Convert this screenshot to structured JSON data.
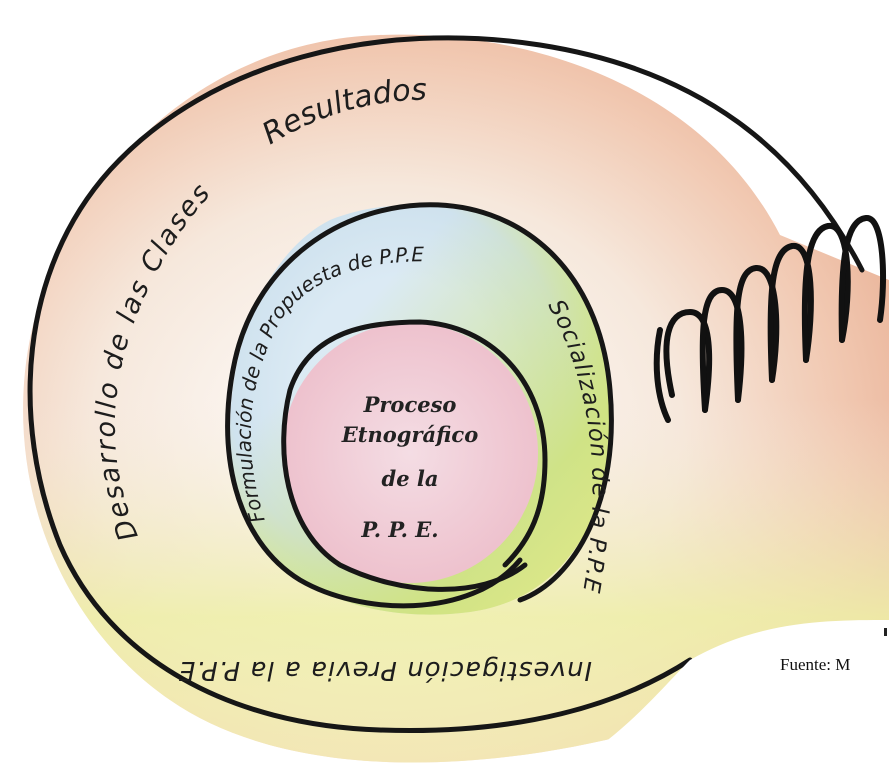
{
  "diagram": {
    "outer_ring_top_label": "Resultados",
    "outer_ring_left_label": "Desarrollo de las Clases",
    "outer_ring_bottom_label": "Investigación Previa a la P.P.E",
    "middle_ring_left_label": "Formulación de la Propuesta de P.P.E",
    "middle_ring_right_label": "Socialización de la P.P.E",
    "center_lines": [
      "Proceso",
      "Etnográfico",
      "de la",
      "P. P. E."
    ]
  },
  "caption": {
    "fuente": "Fuente: M"
  },
  "colors": {
    "outline": "#161616",
    "outer_warm": "#eab49a",
    "outer_yellow": "#eceb93",
    "middle_green": "#cfe37c",
    "middle_blue": "#c4dff0",
    "center_pink": "#efc3cf"
  }
}
